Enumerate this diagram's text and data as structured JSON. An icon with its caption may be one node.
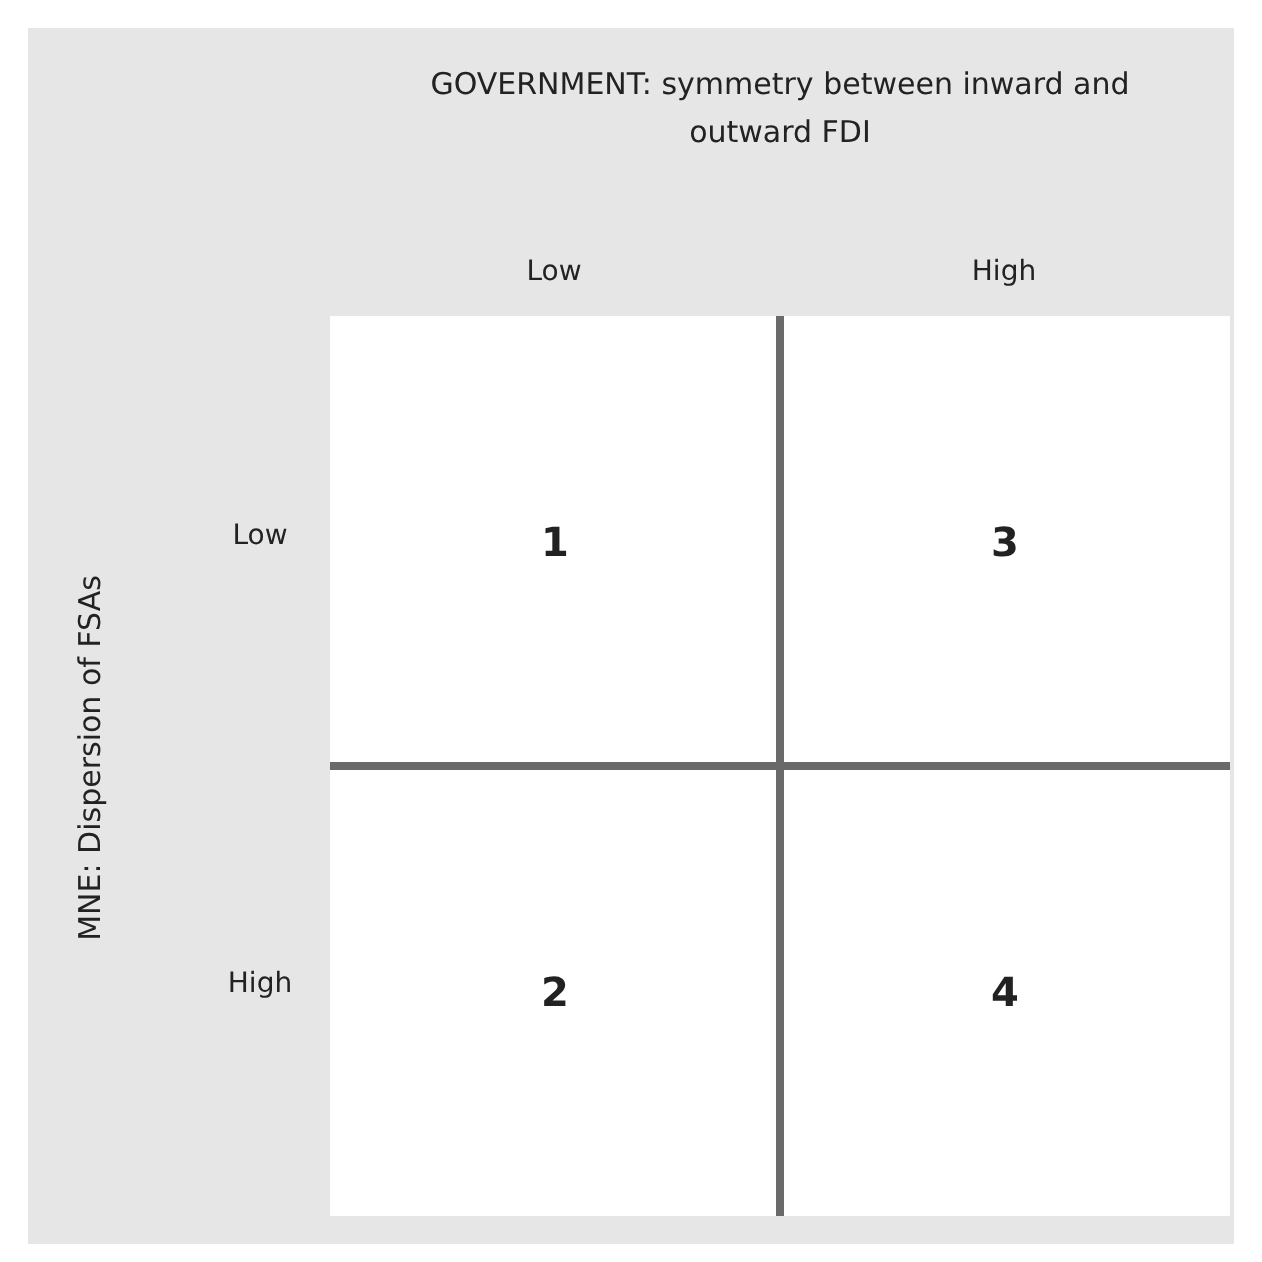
{
  "diagram": {
    "nodes": [
      {
        "text": [
          "1"
        ]
      },
      {
        "text": [
          "3"
        ]
      },
      {
        "text": [
          "2"
        ]
      },
      {
        "text": [
          "4"
        ]
      }
    ],
    "labels": [
      "GOVERNMENT: symmetry between inward and outward FDI",
      "Low",
      "High",
      "MNE: Dispersion of FSAs",
      "Low",
      "High"
    ]
  }
}
